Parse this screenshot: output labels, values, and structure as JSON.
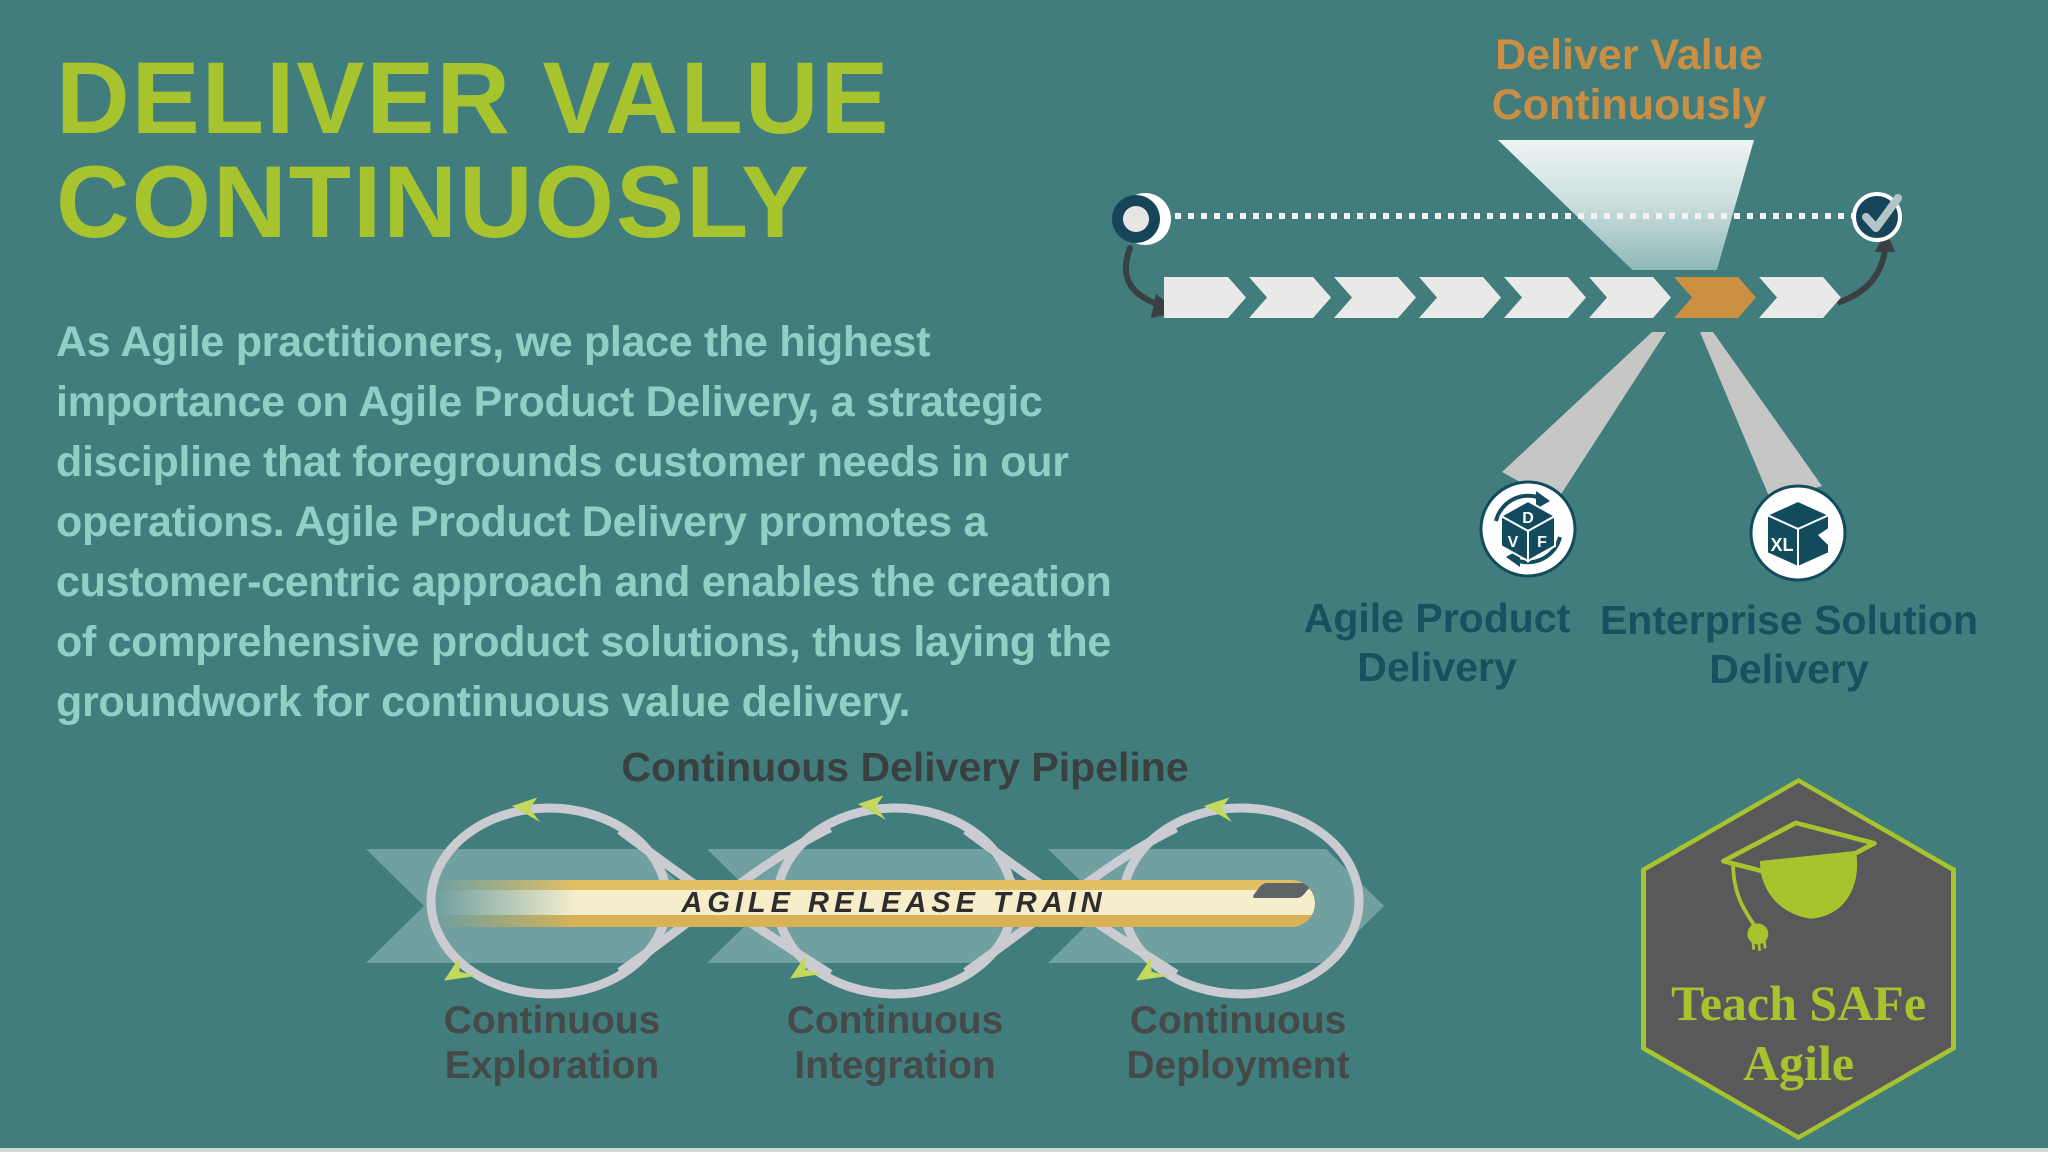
{
  "page": {
    "background_color": "#417d7d",
    "accent_lime": "#a7c32e",
    "accent_orange": "#cd9040",
    "accent_dark_teal": "#17505f",
    "text_light_teal": "#8ed0c4"
  },
  "header": {
    "title_line1": "DELIVER VALUE",
    "title_line2": "CONTINUOSLY"
  },
  "intro": {
    "lines": [
      "As Agile practitioners, we place the highest",
      "importance on Agile Product Delivery, a strategic",
      "discipline that foregrounds customer needs in our",
      "operations. Agile Product Delivery promotes a",
      "customer-centric approach and enables the creation",
      "of comprehensive product solutions, thus laying the",
      "groundwork for continuous value delivery."
    ]
  },
  "value_stream": {
    "label_line1": "Deliver Value",
    "label_line2": "Continuously",
    "chevron_count": 8,
    "highlighted_chevron": 7,
    "start_marker": "circle-icon",
    "end_marker": "checkmark-icon",
    "icons": [
      {
        "name": "agile-product-delivery-icon",
        "cube_letters": [
          "D",
          "V",
          "F"
        ],
        "label_line1": "Agile Product",
        "label_line2": "Delivery"
      },
      {
        "name": "enterprise-solution-delivery-icon",
        "box_label": "XL",
        "label_line1": "Enterprise Solution",
        "label_line2": "Delivery"
      }
    ]
  },
  "pipeline": {
    "title": "Continuous Delivery Pipeline",
    "train_label": "AGILE RELEASE TRAIN",
    "stages": [
      {
        "line1": "Continuous",
        "line2": "Exploration"
      },
      {
        "line1": "Continuous",
        "line2": "Integration"
      },
      {
        "line1": "Continuous",
        "line2": "Deployment"
      }
    ]
  },
  "badge": {
    "icon": "graduation-cap-icon",
    "line1": "Teach SAFe",
    "line2": "Agile"
  }
}
